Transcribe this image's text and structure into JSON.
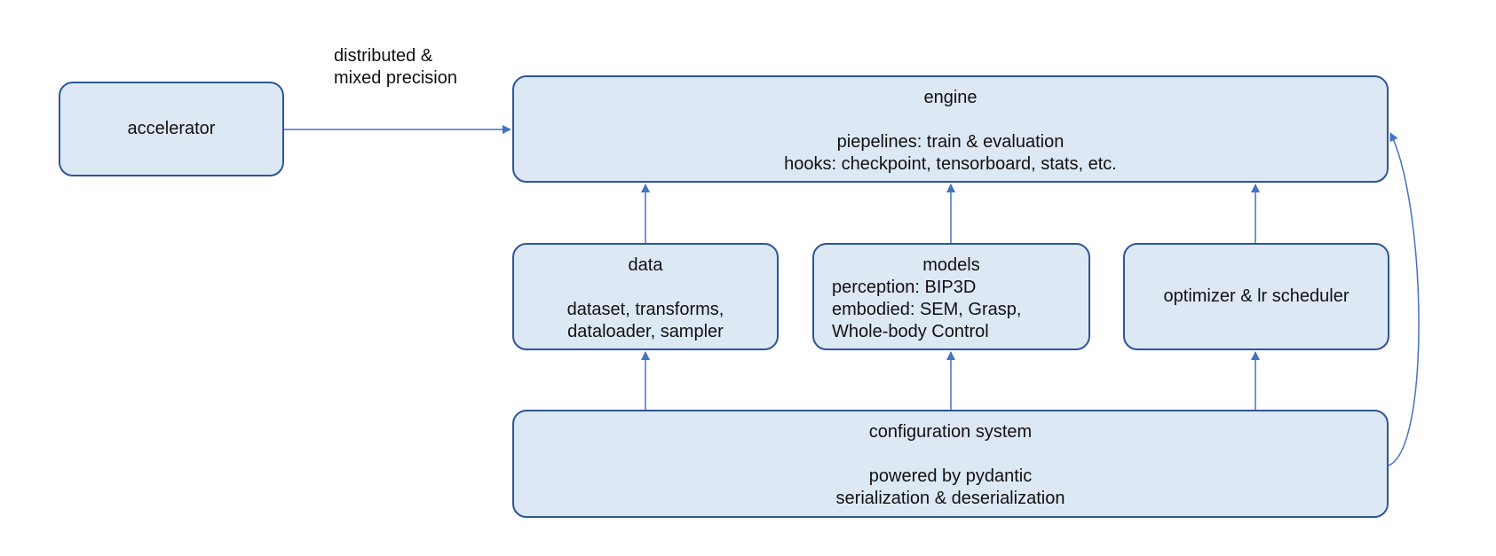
{
  "nodes": {
    "accelerator": {
      "title": "accelerator"
    },
    "engine": {
      "title": "engine",
      "lines": [
        "piepelines: train & evaluation",
        "hooks: checkpoint, tensorboard, stats, etc."
      ]
    },
    "data": {
      "title": "data",
      "lines": [
        "dataset, transforms,",
        "dataloader, sampler"
      ]
    },
    "models": {
      "title": "models",
      "lines": [
        "perception: BIP3D",
        "embodied: SEM, Grasp,",
        "Whole-body Control"
      ]
    },
    "optimizer": {
      "title": "optimizer & lr scheduler"
    },
    "config": {
      "title": "configuration system",
      "lines": [
        "powered by pydantic",
        "serialization & deserialization"
      ]
    }
  },
  "edges": {
    "accelerator_to_engine": {
      "label_lines": [
        "distributed &",
        "mixed precision"
      ]
    }
  },
  "colors": {
    "box_fill": "#dde8f5",
    "box_border": "#2f5597",
    "arrow": "#4472c4"
  }
}
